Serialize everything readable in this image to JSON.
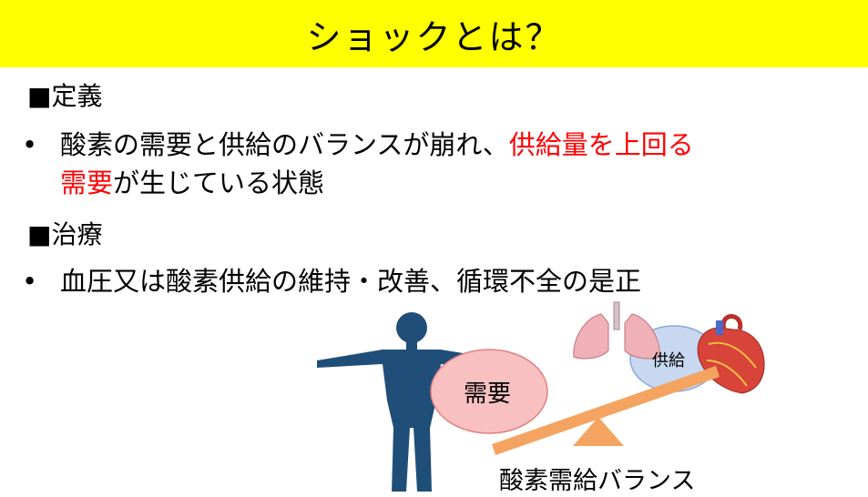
{
  "title": "ショックとは？",
  "sections": [
    {
      "heading": "■定義",
      "bullet_marker": "•",
      "line1_plain": "酸素の需要と供給のバランスが崩れ、",
      "line1_red": "供給量を上回る",
      "line2_red": "需要",
      "line2_plain": "が生じている状態"
    },
    {
      "heading": "■治療",
      "bullet_marker": "•",
      "line1_plain": "血圧又は酸素供給の維持・改善、循環不全の是正"
    }
  ],
  "diagram": {
    "demand_label": "需要",
    "supply_label": "供給",
    "balance_caption": "酸素需給バランス"
  },
  "colors": {
    "title_bg": "#ffff00",
    "emphasis": "#ff0000",
    "body_silhouette": "#1f4e79",
    "beam": "#f4a460",
    "fulcrum": "#f4a460",
    "demand_circle": "#f8c0c0",
    "supply_circle": "#c8d8f0"
  },
  "icons": [
    "human-silhouette-icon",
    "lungs-icon",
    "heart-icon"
  ]
}
